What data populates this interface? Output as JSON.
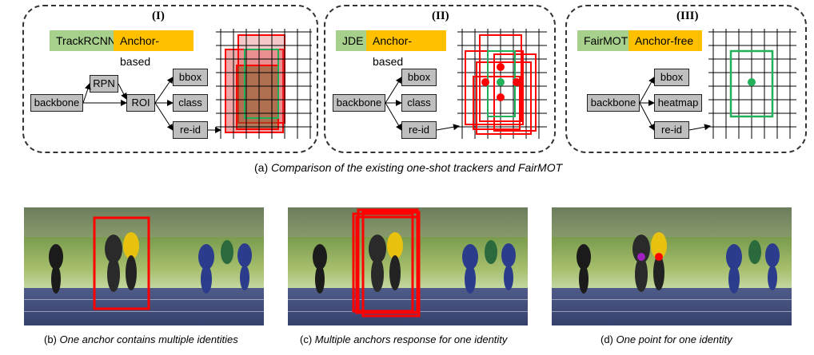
{
  "panels": [
    {
      "roman": "(I)",
      "tag_model": "TrackRCNN",
      "tag_type": "Anchor-based",
      "nodes": {
        "backbone": "backbone",
        "rpn": "RPN",
        "roi": "ROI",
        "bbox": "bbox",
        "class": "class",
        "reid": "re-id"
      }
    },
    {
      "roman": "(II)",
      "tag_model": "JDE",
      "tag_type": "Anchor-based",
      "nodes": {
        "backbone": "backbone",
        "bbox": "bbox",
        "class": "class",
        "reid": "re-id"
      }
    },
    {
      "roman": "(III)",
      "tag_model": "FairMOT",
      "tag_type": "Anchor-free",
      "nodes": {
        "backbone": "backbone",
        "bbox": "bbox",
        "heatmap": "heatmap",
        "reid": "re-id"
      }
    }
  ],
  "caption_a": {
    "prefix": "(a) ",
    "text": "Comparison of the existing one-shot trackers and FairMOT"
  },
  "caption_b": {
    "prefix": "(b) ",
    "text": "One anchor contains multiple identities"
  },
  "caption_c": {
    "prefix": "(c) ",
    "text": "Multiple anchors response for one identity"
  },
  "caption_d": {
    "prefix": "(d) ",
    "text": "One point for one identity"
  },
  "colors": {
    "tag_model": "#a8d08d",
    "tag_type": "#ffc000",
    "anchor_box": "#ff0000",
    "green_box": "#21b05a",
    "node_fill": "#bfbfbf"
  }
}
